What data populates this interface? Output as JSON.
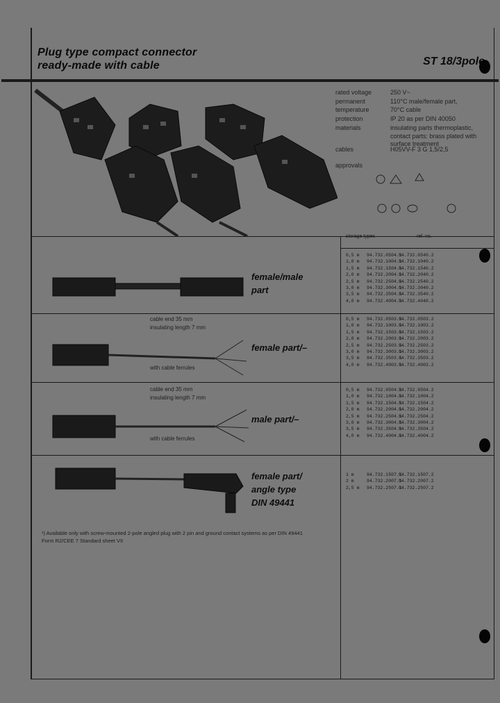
{
  "header": {
    "title_line1": "Plug type compact connector",
    "title_line2": "ready-made with cable",
    "series": "ST 18/3pole"
  },
  "specs": [
    {
      "label": "rated voltage",
      "value": "250 V~"
    },
    {
      "label": "permanent\ntemperature",
      "value": "110°C male/female part,\n70°C cable"
    },
    {
      "label": "protection",
      "value": "IP 20 as per DIN 40050"
    },
    {
      "label": "materials",
      "value": "insulating parts thermoplastic,\ncontact parts: brass plated with\nsurface treatment"
    },
    {
      "label": "cables",
      "value": "H05VV-F 3 G 1,5/2,5"
    },
    {
      "label": "approvals",
      "value": ""
    }
  ],
  "table": {
    "header_storage": "storage types",
    "header_ref": "ref. no."
  },
  "sections": [
    {
      "label": "female/male\npart",
      "cable_end": "",
      "stripping": "",
      "ferrules": "",
      "rows": [
        {
          "c": "0,5 m",
          "r1": "94.732.0504.1",
          "r2": "94.732.0540.2"
        },
        {
          "c": "1,0 m",
          "r1": "94.732.1004.1",
          "r2": "94.732.1040.2"
        },
        {
          "c": "1,5 m",
          "r1": "94.732.1504.1",
          "r2": "94.732.1540.2"
        },
        {
          "c": "2,0 m",
          "r1": "94.732.2004.1",
          "r2": "94.732.2040.2"
        },
        {
          "c": "2,5 m",
          "r1": "94.732.2504.1",
          "r2": "94.732.2540.2"
        },
        {
          "c": "3,0 m",
          "r1": "94.732.3004.1",
          "r2": "94.732.3040.2"
        },
        {
          "c": "3,5 m",
          "r1": "94.732.3504.1",
          "r2": "94.732.3540.2"
        },
        {
          "c": "4,0 m",
          "r1": "94.732.4004.1",
          "r2": "94.732.4040.2"
        }
      ]
    },
    {
      "label": "female part/–",
      "cable_end": "cable end     35 mm",
      "stripping": "insulating length   7 mm",
      "ferrules": "with cable ferrules",
      "rows": [
        {
          "c": "0,5 m",
          "r1": "94.732.0503.1",
          "r2": "94.732.0503.2"
        },
        {
          "c": "1,0 m",
          "r1": "94.732.1003.1",
          "r2": "94.732.1003.2"
        },
        {
          "c": "1,5 m",
          "r1": "94.732.1503.1",
          "r2": "94.732.1503.2"
        },
        {
          "c": "2,0 m",
          "r1": "94.732.2003.1",
          "r2": "94.732.2003.2"
        },
        {
          "c": "2,5 m",
          "r1": "94.732.2503.1",
          "r2": "94.732.2503.2"
        },
        {
          "c": "3,0 m",
          "r1": "94.732.3003.1",
          "r2": "94.732.3003.2"
        },
        {
          "c": "3,5 m",
          "r1": "94.732.3503.1",
          "r2": "94.732.3503.2"
        },
        {
          "c": "4,0 m",
          "r1": "94.732.4003.1",
          "r2": "94.732.4003.2"
        }
      ]
    },
    {
      "label": "male part/–",
      "cable_end": "cable end     35 mm",
      "stripping": "insulating length   7 mm",
      "ferrules": "with cable ferrules",
      "rows": [
        {
          "c": "0,5 m",
          "r1": "94.732.0504.1",
          "r2": "94.732.0504.2"
        },
        {
          "c": "1,0 m",
          "r1": "94.732.1004.1",
          "r2": "94.732.1004.2"
        },
        {
          "c": "1,5 m",
          "r1": "94.732.1504.1",
          "r2": "94.732.1504.2"
        },
        {
          "c": "2,0 m",
          "r1": "94.732.2004.1",
          "r2": "94.732.2004.2"
        },
        {
          "c": "2,5 m",
          "r1": "94.732.2504.1",
          "r2": "94.732.2504.2"
        },
        {
          "c": "3,0 m",
          "r1": "94.732.3004.1",
          "r2": "94.732.3004.2"
        },
        {
          "c": "3,5 m",
          "r1": "94.732.3504.1",
          "r2": "94.732.3504.2"
        },
        {
          "c": "4,0 m",
          "r1": "94.732.4004.1",
          "r2": "94.732.4004.2"
        }
      ]
    },
    {
      "label": "female part/\nangle type\nDIN 49441",
      "cable_end": "",
      "stripping": "",
      "ferrules": "",
      "rows": [
        {
          "c": "1 m",
          "r1": "94.732.1507.1",
          "r2": "94.732.1507.2"
        },
        {
          "c": "2 m",
          "r1": "94.732.2007.1",
          "r2": "94.732.2007.2"
        },
        {
          "c": "2,5 m",
          "r1": "94.732.2507.1",
          "r2": "94.732.2507.2"
        }
      ]
    }
  ],
  "footnote": "¹) Available only with screw-mounted 2-pole angled plug with 2 pin and ground contact systems as per DIN 49441 Form R2/CEE 7 Standard sheet VII",
  "colors": {
    "page": "#7a7a7a",
    "ink": "#111111"
  }
}
